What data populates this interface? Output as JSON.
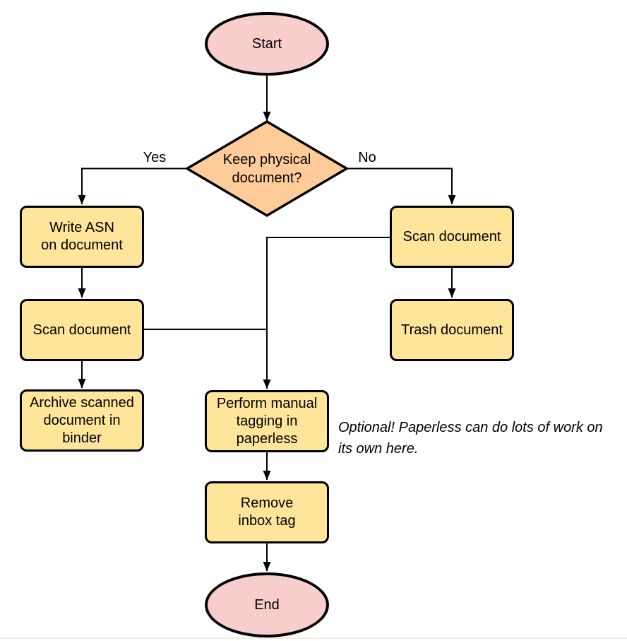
{
  "nodes": {
    "start": {
      "label": "Start"
    },
    "decision": {
      "label": "Keep physical\ndocument?"
    },
    "write_asn": {
      "label": "Write ASN\non document"
    },
    "scan_left": {
      "label": "Scan document"
    },
    "archive": {
      "label": "Archive scanned\ndocument in\nbinder"
    },
    "scan_right": {
      "label": "Scan document"
    },
    "trash": {
      "label": "Trash document"
    },
    "tagging": {
      "label": "Perform manual\ntagging in\npaperless"
    },
    "remove_tag": {
      "label": "Remove\ninbox tag"
    },
    "end": {
      "label": "End"
    }
  },
  "edge_labels": {
    "yes": "Yes",
    "no": "No"
  },
  "annotation": {
    "text": "Optional! Paperless can do lots of work on\nits own here."
  },
  "colors": {
    "terminal_fill": "#f8cecc",
    "decision_fill": "#ffcc99",
    "process_fill": "#ffe599",
    "stroke": "#000000",
    "background": "#ffffff",
    "bottom_divider": "#f1ebdd"
  }
}
